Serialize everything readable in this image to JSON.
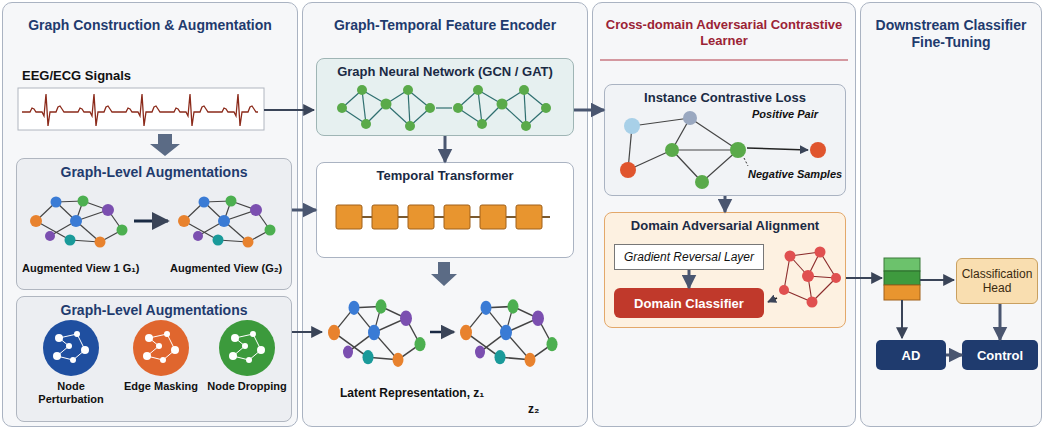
{
  "diagram": {
    "nodes": [
      {
        "text": [
          "Graph Construction & Augmentation"
        ]
      },
      {
        "text": [
          "Graph-Level Augmentations"
        ],
        "in": 0
      },
      {
        "text": [
          "Graph-Level Augmentations"
        ],
        "in": 0
      },
      {
        "text": [
          "Node Perturbation"
        ],
        "in": 2
      },
      {
        "text": [
          "Edge Masking"
        ],
        "in": 2
      },
      {
        "text": [
          "Node Dropping"
        ],
        "in": 2
      },
      {
        "text": [
          "Graph-Temporal Feature Encoder"
        ]
      },
      {
        "text": [
          "Graph Neural Network (GCN / GAT)"
        ],
        "in": 6
      },
      {
        "text": [
          "Temporal Transformer"
        ],
        "in": 6
      },
      {
        "text": [
          "Cross-domain Adversarial Contrastive Learner"
        ]
      },
      {
        "text": [
          "Instance Contrastive Loss"
        ],
        "in": 9
      },
      {
        "text": [
          "Domain Adversarial Alignment"
        ],
        "in": 9
      },
      {
        "text": [
          "Gradient Reversal Layer"
        ],
        "in": 11
      },
      {
        "text": [
          "Domain Classifier"
        ],
        "in": 11
      },
      {
        "text": [
          "Downstream Classifier Fine-Tuning"
        ]
      },
      {
        "text": [
          "Classification Head"
        ],
        "in": 14
      },
      {
        "text": [
          "AD"
        ],
        "in": 14
      },
      {
        "text": [
          "Control"
        ],
        "in": 14
      }
    ],
    "edges": [
      {
        "from": 1,
        "to": 8,
        "arrow": "to"
      },
      {
        "from": 7,
        "to": 8,
        "arrow": "to"
      },
      {
        "from": 7,
        "to": 10,
        "arrow": "to"
      },
      {
        "from": 10,
        "to": 11,
        "arrow": "to"
      },
      {
        "from": 12,
        "to": 13,
        "arrow": "to"
      },
      {
        "from": 15,
        "to": 17,
        "arrow": "to"
      },
      {
        "from": 16,
        "to": 17,
        "arrow": "to"
      }
    ],
    "labels": [
      "EEG/ECG Signals",
      "Augmented View 1 G₁)",
      "Augmented View (G₂)",
      "Latent Representation, z₁",
      "z₂",
      "Positive Pair",
      "Negative Samples"
    ]
  }
}
